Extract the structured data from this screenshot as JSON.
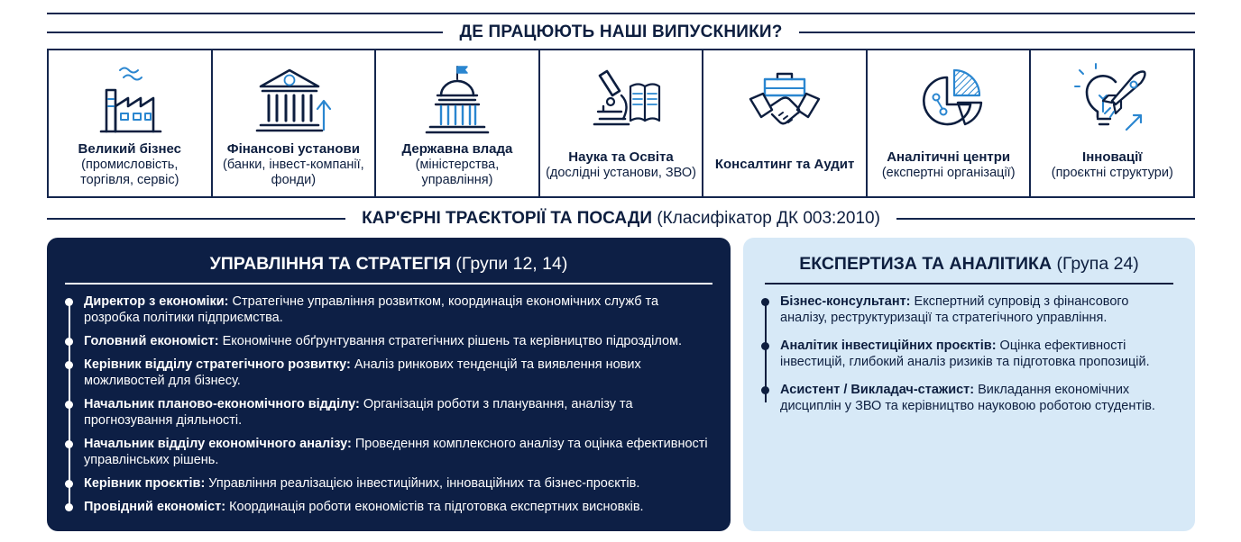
{
  "heading_sectors": "ДЕ ПРАЦЮЮТЬ НАШІ ВИПУСКНИКИ?",
  "sectors": [
    {
      "icon": "factory-icon",
      "name": "Великий бізнес",
      "desc": "(промисловість, торгівля, сервіс)"
    },
    {
      "icon": "bank-icon",
      "name": "Фінансові установи",
      "desc": "(банки, інвест-компанії, фонди)"
    },
    {
      "icon": "government-building-icon",
      "name": "Державна влада",
      "desc": "(міністерства, управління)"
    },
    {
      "icon": "microscope-book-icon",
      "name": "Наука та Освіта",
      "desc": "(дослідні установи, ЗВО)"
    },
    {
      "icon": "handshake-briefcase-icon",
      "name": "Консалтинг та Аудит",
      "desc": ""
    },
    {
      "icon": "pie-chart-head-icon",
      "name": "Аналітичні центри",
      "desc": "(експертні організації)"
    },
    {
      "icon": "lightbulb-rocket-icon",
      "name": "Інновації",
      "desc": "(проєктні структури)"
    }
  ],
  "heading_careers": {
    "bold": "КАР'ЄРНІ ТРАЄКТОРІЇ ТА ПОСАДИ",
    "rest": " (Класифікатор ДК 003:2010)"
  },
  "panels": [
    {
      "title_bold": "УПРАВЛІННЯ ТА СТРАТЕГІЯ",
      "title_rest": " (Групи 12, 14)",
      "items": [
        {
          "role": "Директор з економіки:",
          "desc": " Стратегічне управління розвитком, координація економічних служб та розробка політики підприємства."
        },
        {
          "role": "Головний економіст:",
          "desc": " Економічне обґрунтування стратегічних рішень та керівництво підрозділом."
        },
        {
          "role": "Керівник відділу стратегічного розвитку:",
          "desc": " Аналіз ринкових тенденцій та виявлення нових можливостей для бізнесу."
        },
        {
          "role": "Начальник планово-економічного відділу:",
          "desc": " Організація роботи з планування, аналізу та прогнозування діяльності."
        },
        {
          "role": "Начальник відділу економічного аналізу:",
          "desc": " Проведення комплексного аналізу та оцінка ефективності управлінських рішень."
        },
        {
          "role": "Керівник проєктів:",
          "desc": " Управління реалізацією інвестиційних, інноваційних та бізнес-проєктів."
        },
        {
          "role": "Провідний економіст:",
          "desc": " Координація роботи економістів та підготовка експертних висновків."
        }
      ]
    },
    {
      "title_bold": "ЕКСПЕРТИЗА ТА АНАЛІТИКА",
      "title_rest": " (Група 24)",
      "items": [
        {
          "role": "Бізнес-консультант:",
          "desc": " Експертний супровід з фінансового аналізу, реструктуризації та стратегічного управління."
        },
        {
          "role": "Аналітик інвестиційних проєктів:",
          "desc": " Оцінка ефективності інвестицій, глибокий аналіз ризиків та підготовка пропозицій."
        },
        {
          "role": "Асистент / Викладач-стажист:",
          "desc": " Викладання економічних дисциплін у ЗВО та керівництво науковою роботою студентів."
        }
      ]
    }
  ],
  "colors": {
    "navy": "#0d1f45",
    "ink": "#0d1e3f",
    "accent_blue": "#2a86d0",
    "light_panel": "#d7e9f7"
  }
}
